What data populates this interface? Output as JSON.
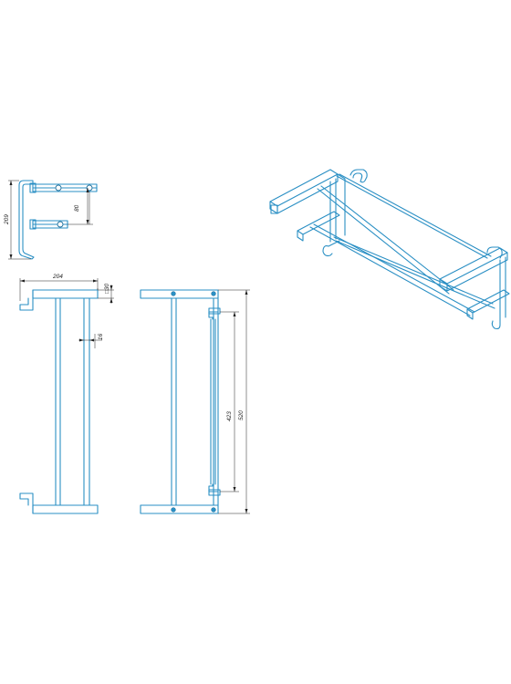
{
  "dimensions": {
    "height_side": "209",
    "bracket_spacing": "80",
    "width": "204",
    "profile": "□30",
    "tube_diameter": "16",
    "bar_spacing": "423",
    "total_length": "520"
  },
  "colors": {
    "part_stroke": "#2a8fc4",
    "dimension_stroke": "#222222",
    "background": "#ffffff"
  }
}
